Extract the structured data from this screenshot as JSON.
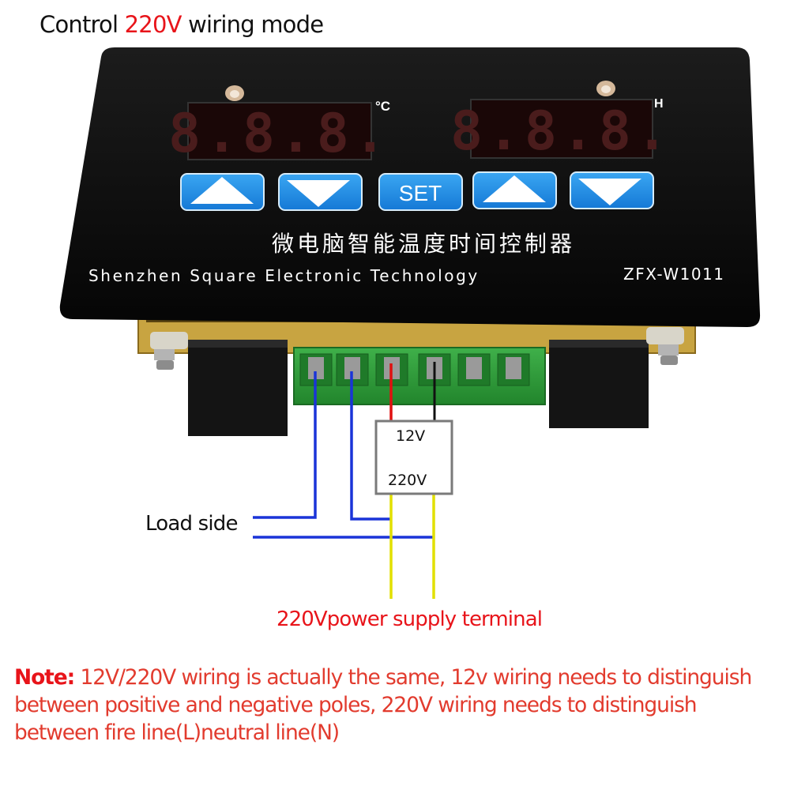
{
  "title": {
    "prefix": "Control ",
    "accent": "220V",
    "suffix": " wiring mode"
  },
  "device": {
    "left_unit": "°C",
    "right_unit": "H",
    "left_display": "8.8.8.",
    "right_display": "8.8.8.",
    "set_label": "SET",
    "chinese_text": "微电脑智能温度时间控制器",
    "company": "Shenzhen Square Electronic Technology",
    "model": "ZFX-W1011"
  },
  "wiring": {
    "box_top": "12V",
    "box_bottom": "220V",
    "load_label": "Load side",
    "supply_label": "220Vpower supply terminal"
  },
  "note": {
    "label": "Note:",
    "text": " 12V/220V wiring is actually the same, 12v wiring needs to distinguish between positive and negative poles, 220V wiring needs to distinguish between fire line(L)neutral line(N)"
  },
  "colors": {
    "accent_red": "#e8141a",
    "panel": "#0f0f0f",
    "button_blue": "#1e8ee6",
    "terminal_green": "#2f9e3c",
    "wire_blue": "#1a34d8",
    "wire_yellow": "#e2e000",
    "wire_red": "#e01010"
  }
}
